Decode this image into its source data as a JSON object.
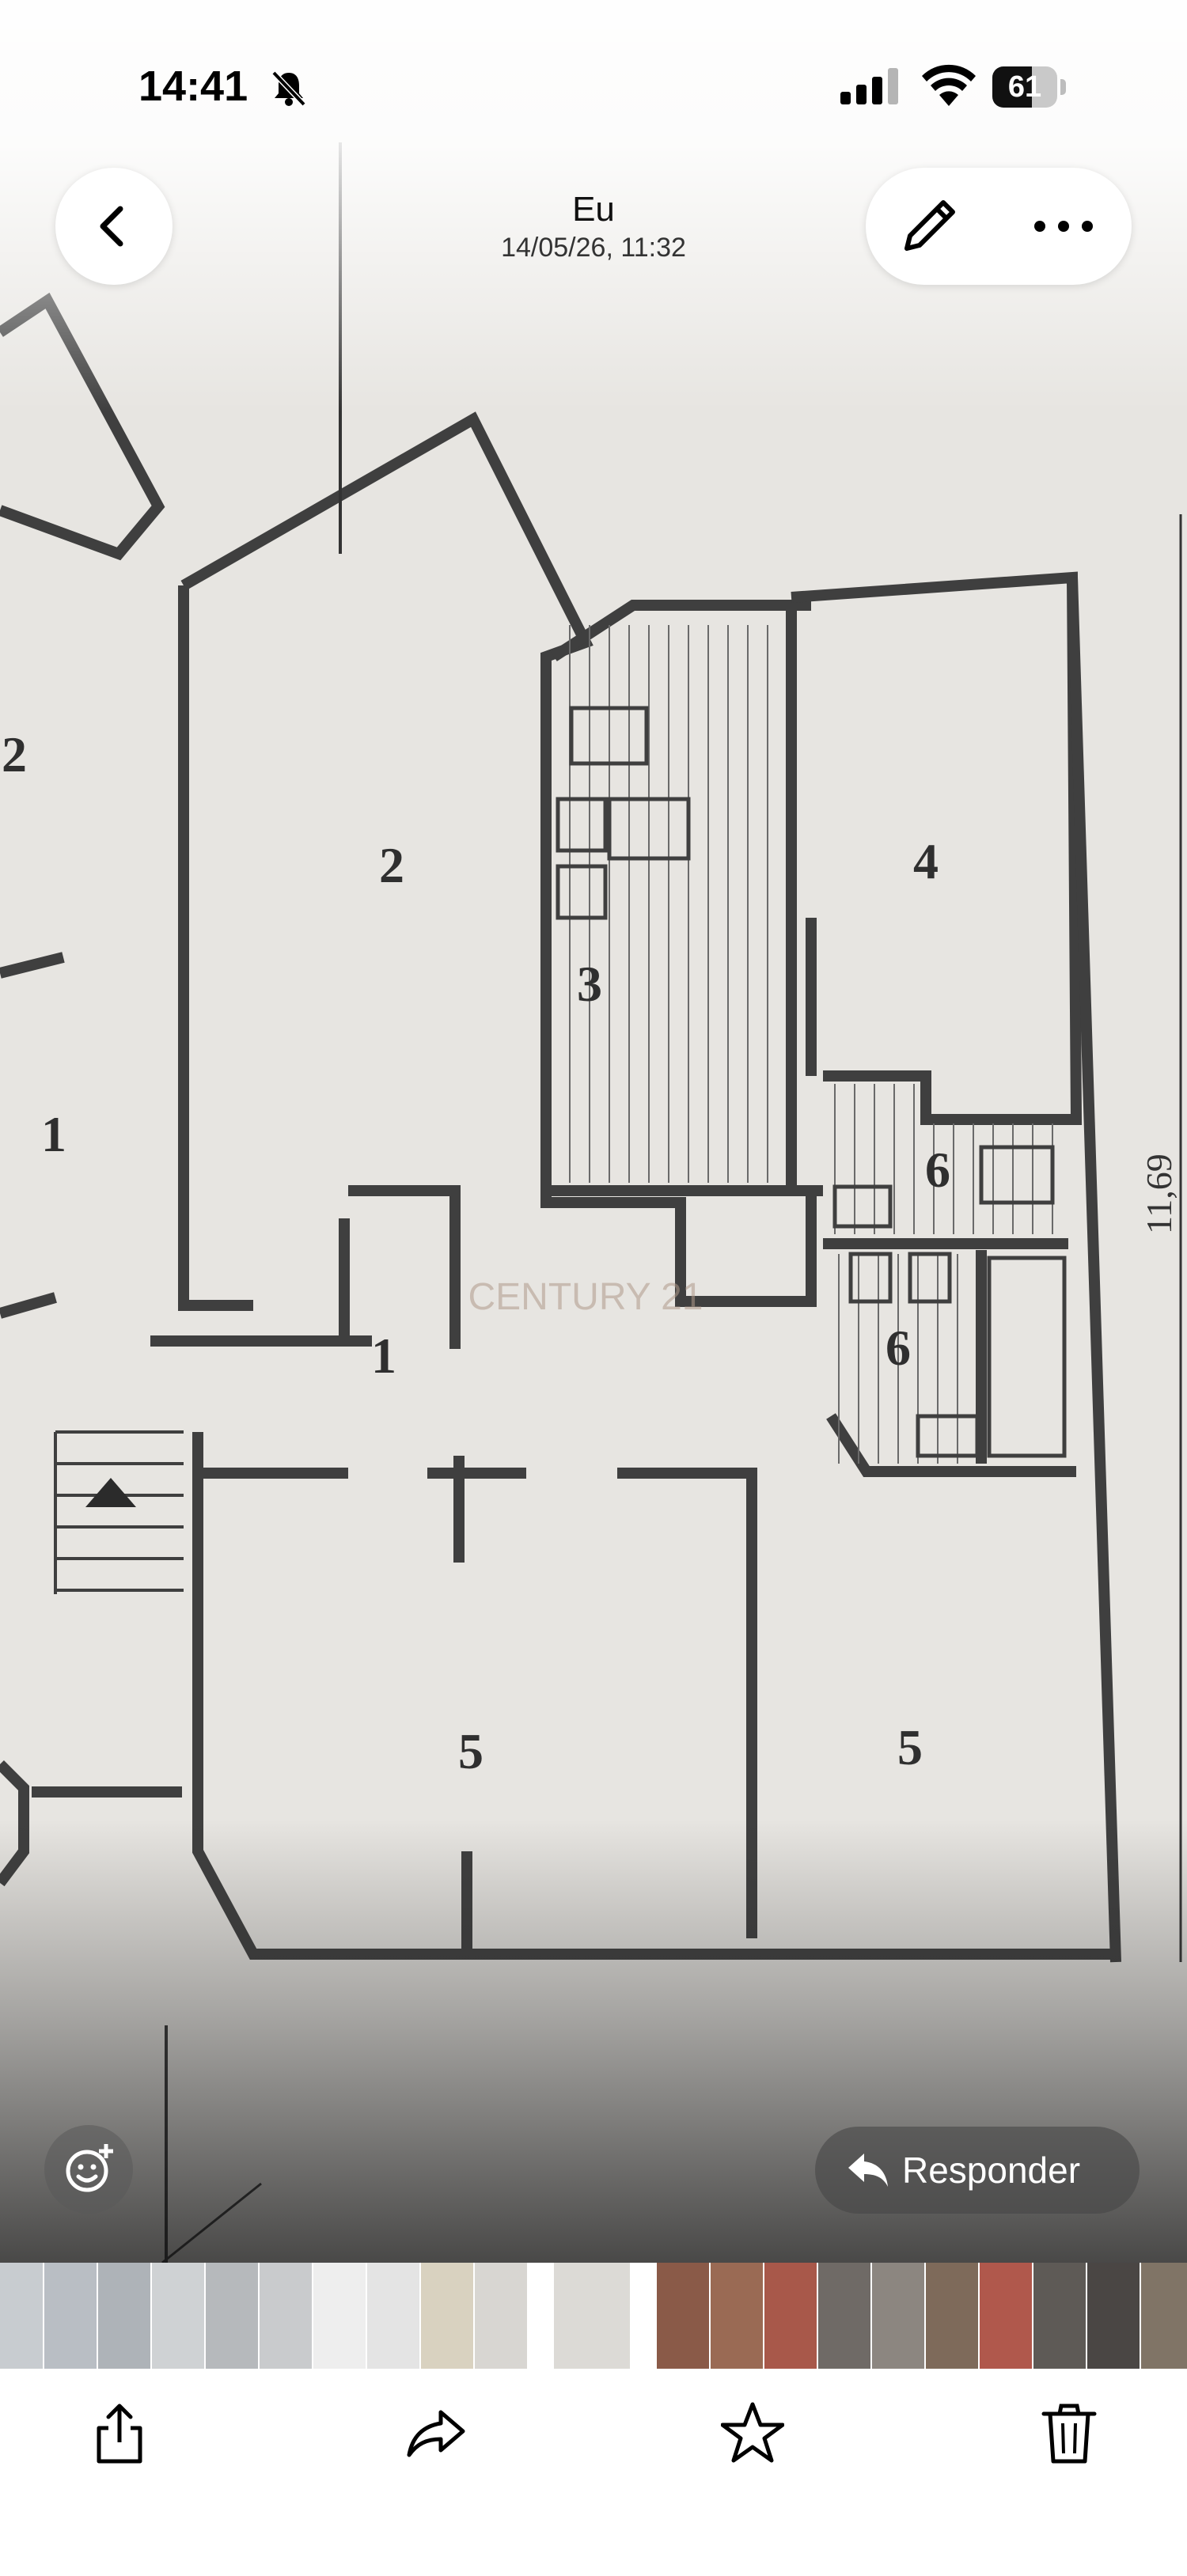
{
  "status_bar": {
    "time": "14:41",
    "battery_level": "61",
    "icons": [
      "bell-slash-icon",
      "cellular-signal-icon",
      "wifi-icon",
      "battery-icon"
    ]
  },
  "nav": {
    "title": "Eu",
    "subtitle": "14/05/26, 11:32",
    "back_icon": "chevron-left-icon",
    "edit_icon": "pencil-icon",
    "more_icon": "ellipsis-icon"
  },
  "photo": {
    "description_icon": "floor-plan-photo",
    "watermark": "CENTURY 21",
    "room_labels": [
      "2",
      "2",
      "3",
      "4",
      "1",
      "1",
      "6",
      "6",
      "5",
      "5"
    ],
    "side_dimension": "11,69"
  },
  "reply": {
    "label": "Responder",
    "icon": "reply-arrow-icon"
  },
  "react": {
    "icon": "add-reaction-icon"
  },
  "toolbar": {
    "share_icon": "share-icon",
    "forward_icon": "forward-icon",
    "star_icon": "star-icon",
    "delete_icon": "trash-icon"
  },
  "colors": {
    "accent": "#000000",
    "plan_paper": "#e7e5e1",
    "plan_wall": "#3f3f3f"
  }
}
